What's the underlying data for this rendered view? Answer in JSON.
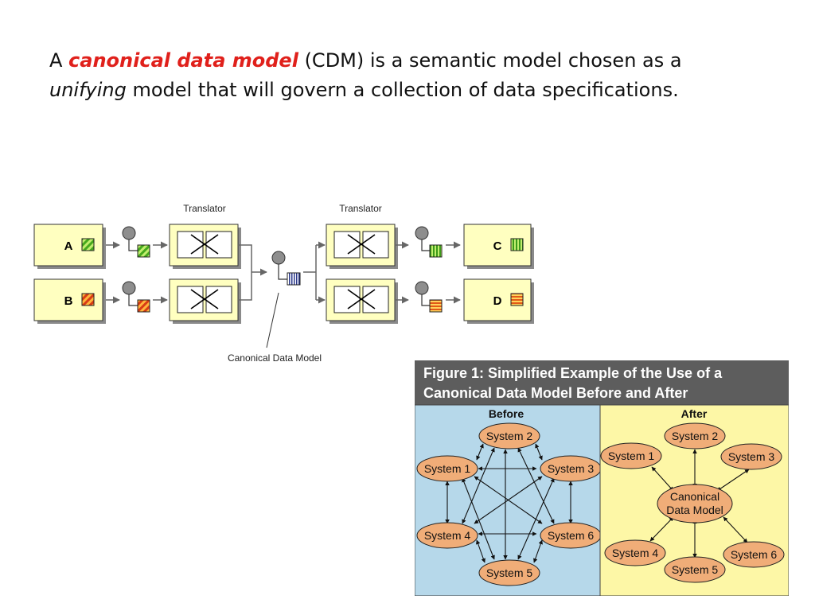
{
  "intro": {
    "p1": "A ",
    "term": "canonical data model",
    "p2": " (CDM) is a semantic model chosen as a",
    "p3": "unifying",
    "p4": " model that will govern a collection of data specifications."
  },
  "flow": {
    "translator_labels": [
      "Translator",
      "Translator"
    ],
    "systems": [
      "A",
      "B",
      "C",
      "D"
    ],
    "cdm_label": "Canonical Data Model"
  },
  "figure": {
    "title_line1": "Figure 1: Simplified Example of the Use of a",
    "title_line2": "Canonical Data Model Before and After",
    "before_label": "Before",
    "after_label": "After",
    "before_nodes": [
      "System 1",
      "System 2",
      "System 3",
      "System 4",
      "System 5",
      "System 6"
    ],
    "after_nodes": [
      "System 1",
      "System 2",
      "System 3",
      "System 4",
      "System 5",
      "System 6"
    ],
    "cdm_line1": "Canonical",
    "cdm_line2": "Data Model"
  },
  "colors": {
    "box_fill": "#ffffc0",
    "ellipse_fill": "#f0ad78",
    "before_bg": "#b6d8ea",
    "after_bg": "#fdf7a6",
    "header_bg": "#5d5d5d",
    "highlight": "#e0201b"
  }
}
